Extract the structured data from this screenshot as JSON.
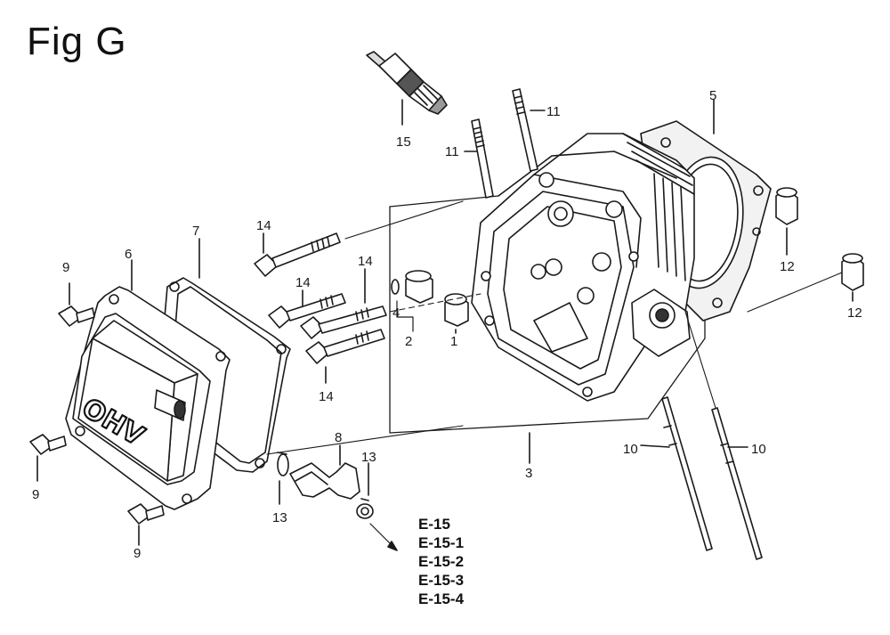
{
  "figure": {
    "title": "Fig G"
  },
  "cover_text": "OHV",
  "callouts": {
    "c15": "15",
    "c11a": "11",
    "c11b": "11",
    "c5": "5",
    "c14a": "14",
    "c14b": "14",
    "c14c": "14",
    "c14d": "14",
    "c9a": "9",
    "c9b": "9",
    "c9c": "9",
    "c6": "6",
    "c7": "7",
    "c4": "4",
    "c2": "2",
    "c1": "1",
    "c12a": "12",
    "c12b": "12",
    "c8": "8",
    "c13a": "13",
    "c13b": "13",
    "c3": "3",
    "c10a": "10",
    "c10b": "10"
  },
  "references": [
    "E-15",
    "E-15-1",
    "E-15-2",
    "E-15-3",
    "E-15-4"
  ]
}
